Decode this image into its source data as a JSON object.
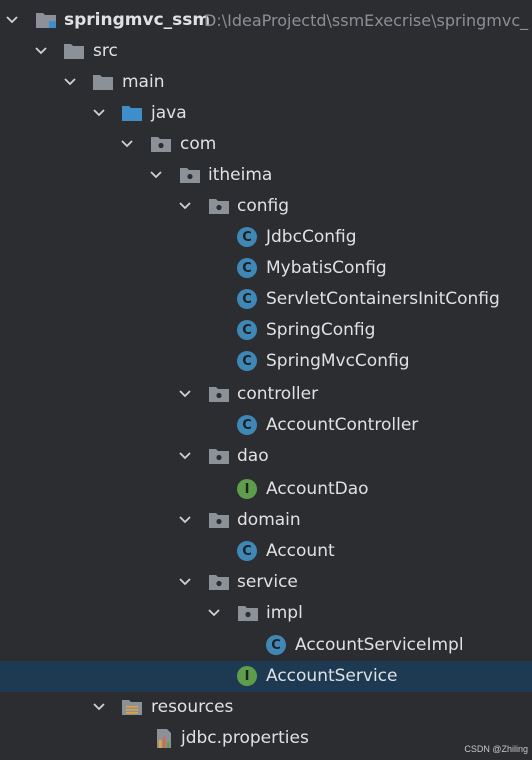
{
  "project": {
    "name": "springmvc_ssm",
    "path": "D:\\IdeaProjectd\\ssmExecrise\\springmvc_"
  },
  "tree": {
    "src": "src",
    "main": "main",
    "java": "java",
    "com": "com",
    "itheima": "itheima",
    "config": "config",
    "config_items": [
      "JdbcConfig",
      "MybatisConfig",
      "ServletContainersInitConfig",
      "SpringConfig",
      "SpringMvcConfig"
    ],
    "controller": "controller",
    "controller_items": [
      "AccountController"
    ],
    "dao": "dao",
    "dao_items": [
      "AccountDao"
    ],
    "domain": "domain",
    "domain_items": [
      "Account"
    ],
    "service": "service",
    "impl": "impl",
    "impl_items": [
      "AccountServiceImpl"
    ],
    "service_items": [
      "AccountService"
    ],
    "resources": "resources",
    "resources_items": [
      "jdbc.properties"
    ]
  },
  "icons": {
    "class_letter": "C",
    "interface_letter": "I"
  },
  "colors": {
    "background": "#2b2d30",
    "selection": "#1e3a52",
    "class_badge": "#3f88b6",
    "interface_badge": "#5e9d4c",
    "folder": "#8c9097",
    "source_folder": "#3d8ec9"
  },
  "watermark": "CSDN @Zhiling"
}
